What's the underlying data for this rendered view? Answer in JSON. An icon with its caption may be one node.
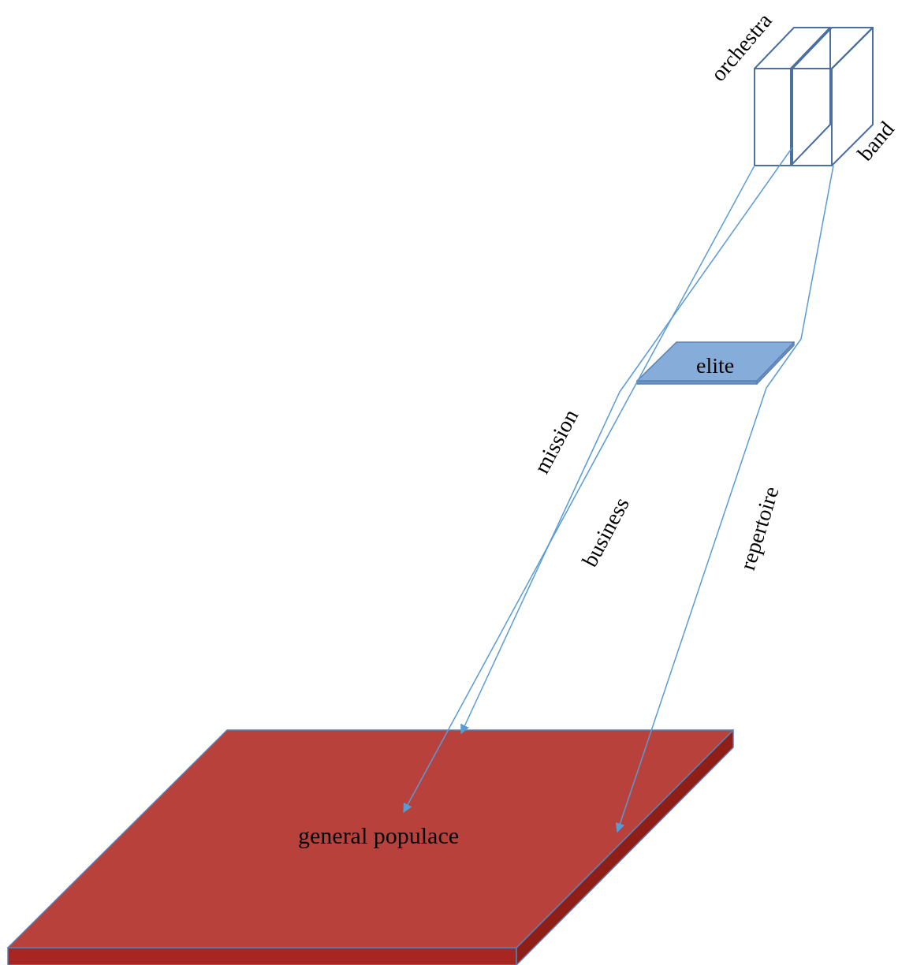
{
  "diagram": {
    "nodes": [
      {
        "text": [
          "orchestra"
        ]
      },
      {
        "text": [
          "band"
        ]
      },
      {
        "text": [
          "elite"
        ]
      },
      {
        "text": [
          "general populace"
        ]
      }
    ],
    "edges": [
      {
        "from": 0,
        "to": 3,
        "arrow": "to",
        "label": "mission"
      },
      {
        "from": 1,
        "to": 3,
        "arrow": "to",
        "label": "business"
      },
      {
        "from": 1,
        "to": 3,
        "arrow": "to",
        "label": "repertoire"
      }
    ]
  }
}
